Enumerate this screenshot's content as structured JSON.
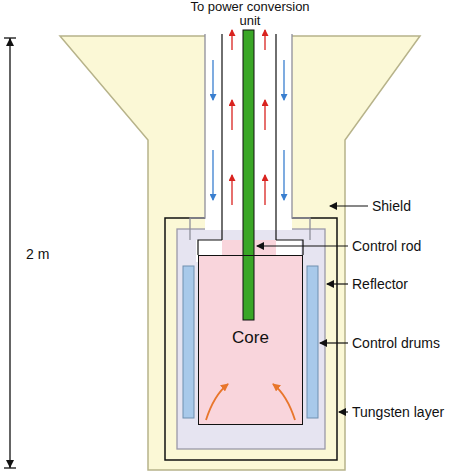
{
  "diagram": {
    "nodes": [
      {
        "text": [
          "Core"
        ]
      }
    ],
    "labels": [
      "To power conversion unit",
      "2 m",
      "Shield",
      "Control rod",
      "Reflector",
      "Control drums",
      "Tungsten layer"
    ]
  }
}
